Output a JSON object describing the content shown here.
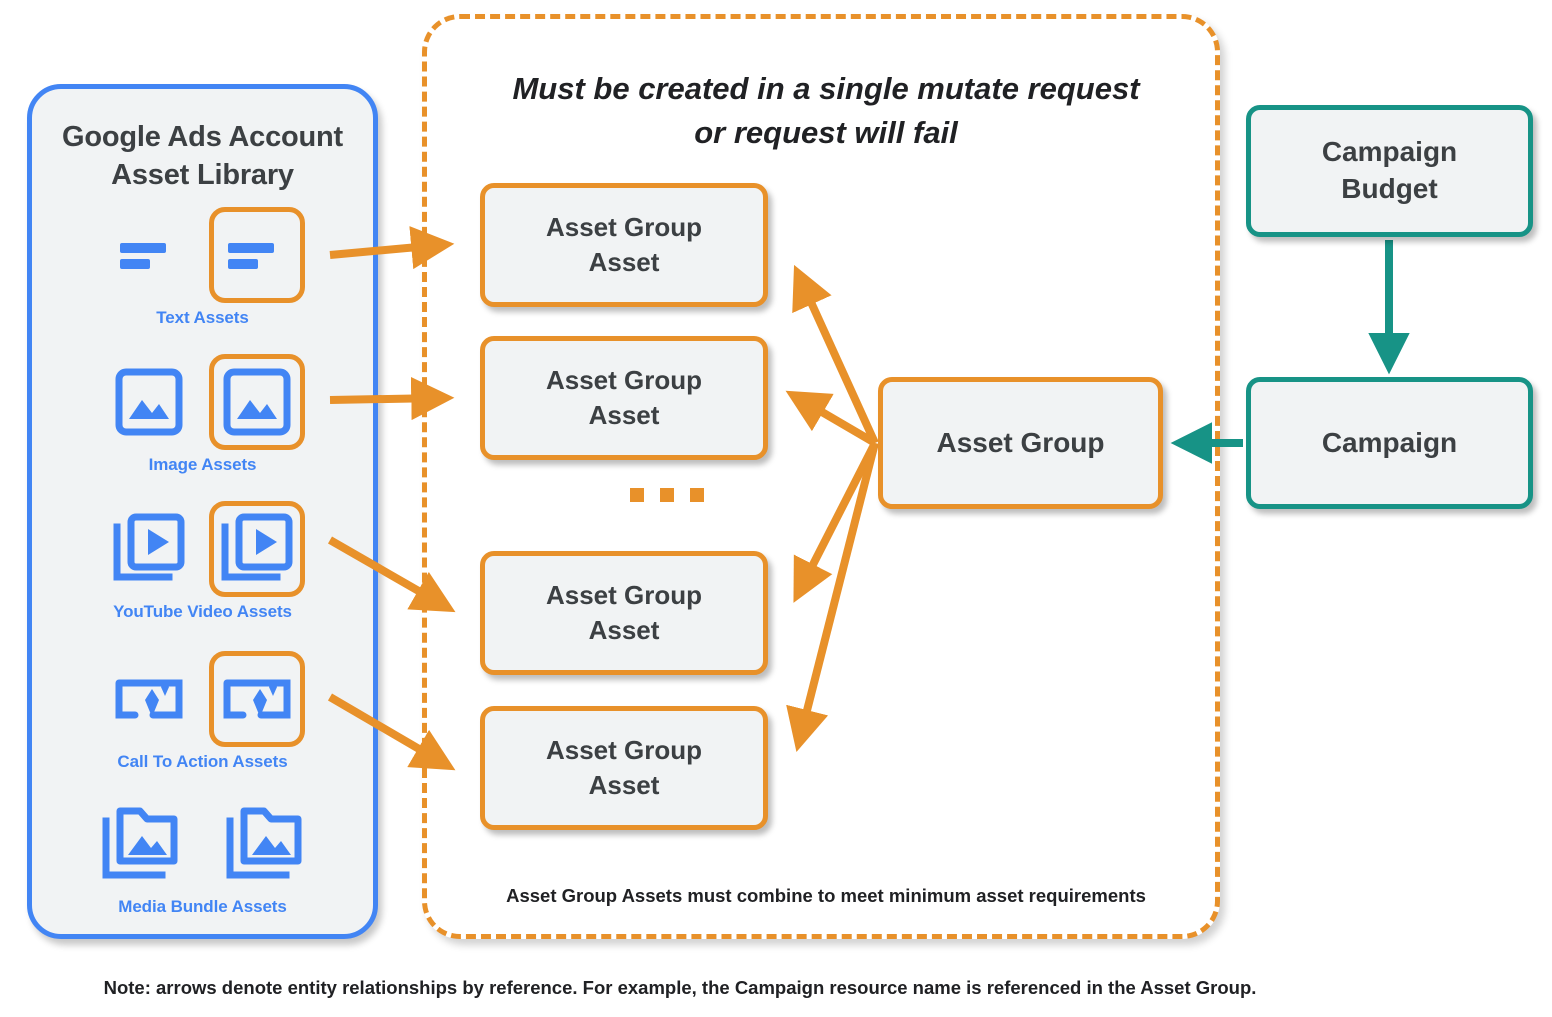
{
  "library": {
    "title": "Google Ads Account\nAsset Library",
    "title_line1": "Google Ads Account",
    "title_line2": "Asset Library",
    "border_color": "#4285F4",
    "label_color": "#4285F4",
    "rows": [
      {
        "label": "Text Assets",
        "icon": "text-lines-icon",
        "selected_index": 1,
        "count": 2
      },
      {
        "label": "Image Assets",
        "icon": "image-icon",
        "selected_index": 1,
        "count": 2
      },
      {
        "label": "YouTube Video  Assets",
        "icon": "video-stack-icon",
        "selected_index": 1,
        "count": 2
      },
      {
        "label": "Call To Action Assets",
        "icon": "cta-sparkle-icon",
        "selected_index": 1,
        "count": 2
      },
      {
        "label": "Media Bundle  Assets",
        "icon": "media-bundle-folder-icon",
        "selected_index": -1,
        "count": 2
      }
    ]
  },
  "mutate": {
    "heading_line1": "Must be created in a single mutate request",
    "heading_line2": "or request will fail",
    "footnote": "Asset Group Assets must combine to meet minimum asset requirements",
    "border_color": "#E8912A",
    "border_style": "dashed"
  },
  "nodes": {
    "asset_group_assets": [
      {
        "line1": "Asset Group",
        "line2": "Asset"
      },
      {
        "line1": "Asset Group",
        "line2": "Asset"
      },
      {
        "line1": "Asset Group",
        "line2": "Asset"
      },
      {
        "line1": "Asset Group",
        "line2": "Asset"
      }
    ],
    "ellipsis": "▪ ▪ ▪",
    "asset_group": {
      "label": "Asset Group",
      "color": "#E8912A"
    },
    "campaign_budget": {
      "line1": "Campaign",
      "line2": "Budget",
      "color": "#179386"
    },
    "campaign": {
      "label": "Campaign",
      "color": "#179386"
    }
  },
  "colors": {
    "orange": "#E8912A",
    "teal": "#179386",
    "blue": "#4285F4",
    "node_fill": "#F1F3F4",
    "text": "#3C4043"
  },
  "note": "Note: arrows denote entity relationships by reference. For example, the Campaign resource name is referenced in the Asset Group."
}
